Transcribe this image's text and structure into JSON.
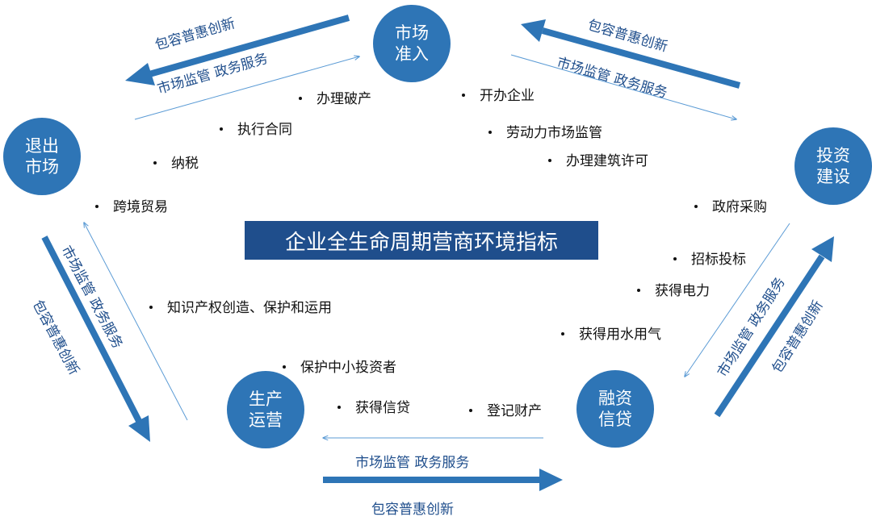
{
  "title": "企业全生命周期营商环境指标",
  "colors": {
    "node": "#2e75b6",
    "title_bg": "#1f4e8c",
    "thick_arrow": "#2e75b6",
    "thin_arrow": "#5b9bd5",
    "label": "#1f4e8c"
  },
  "nodes": {
    "market_entry": [
      "市场",
      "准入"
    ],
    "investment": [
      "投资",
      "建设"
    ],
    "financing": [
      "融资",
      "信贷"
    ],
    "operation": [
      "生产",
      "运营"
    ],
    "exit": [
      "退出",
      "市场"
    ]
  },
  "edge_labels": {
    "top_left": {
      "outer": "包容普惠创新",
      "inner": "市场监管  政务服务"
    },
    "top_right": {
      "outer": "包容普惠创新",
      "inner": "市场监管  政务服务"
    },
    "right": {
      "outer": "包容普惠创新",
      "inner": "市场监管  政务服务"
    },
    "bottom": {
      "outer": "包容普惠创新",
      "inner": "市场监管  政务服务"
    },
    "left": {
      "outer": "包容普惠创新",
      "inner": "市场监管  政务服务"
    }
  },
  "indicators": [
    "办理破产",
    "执行合同",
    "纳税",
    "跨境贸易",
    "开办企业",
    "劳动力市场监管",
    "办理建筑许可",
    "政府采购",
    "招标投标",
    "获得电力",
    "获得用水用气",
    "登记财产",
    "获得信贷",
    "保护中小投资者",
    "知识产权创造、保护和运用"
  ]
}
